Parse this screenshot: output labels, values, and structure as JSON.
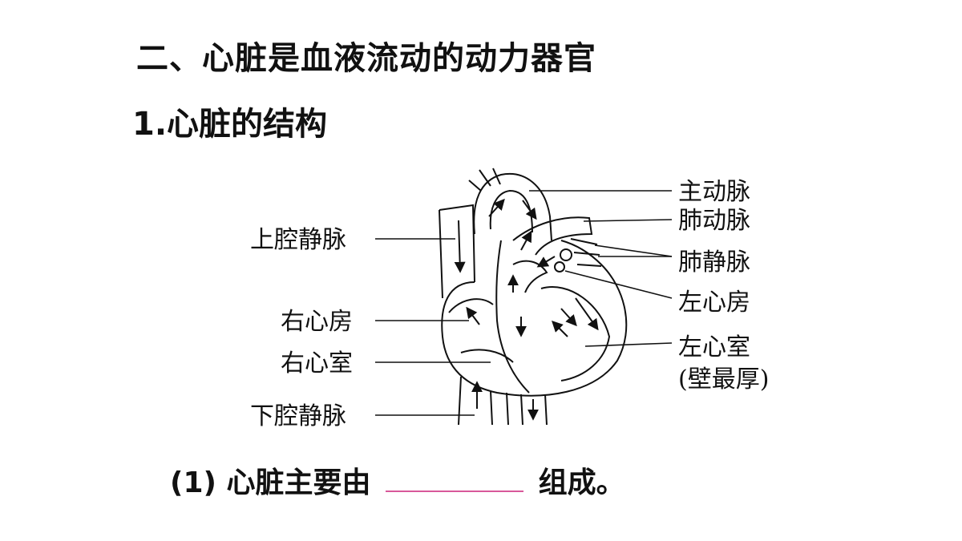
{
  "heading": "二、心脏是血液流动的动力器官",
  "subheading": "1.心脏的结构",
  "diagram": {
    "labels_left": {
      "superior_vena_cava": "上腔静脉",
      "right_atrium": "右心房",
      "right_ventricle": "右心室",
      "inferior_vena_cava": "下腔静脉"
    },
    "labels_right": {
      "aorta": "主动脉",
      "pulmonary_artery": "肺动脉",
      "pulmonary_vein": "肺静脉",
      "left_atrium": "左心房",
      "left_ventricle": "左心室",
      "left_ventricle_note": "(壁最厚)"
    }
  },
  "question": {
    "number": "(1)",
    "before_blank": "心脏主要由",
    "after_blank": "组成。"
  },
  "colors": {
    "blank_underline": "#d8589a",
    "line": "#111111"
  }
}
